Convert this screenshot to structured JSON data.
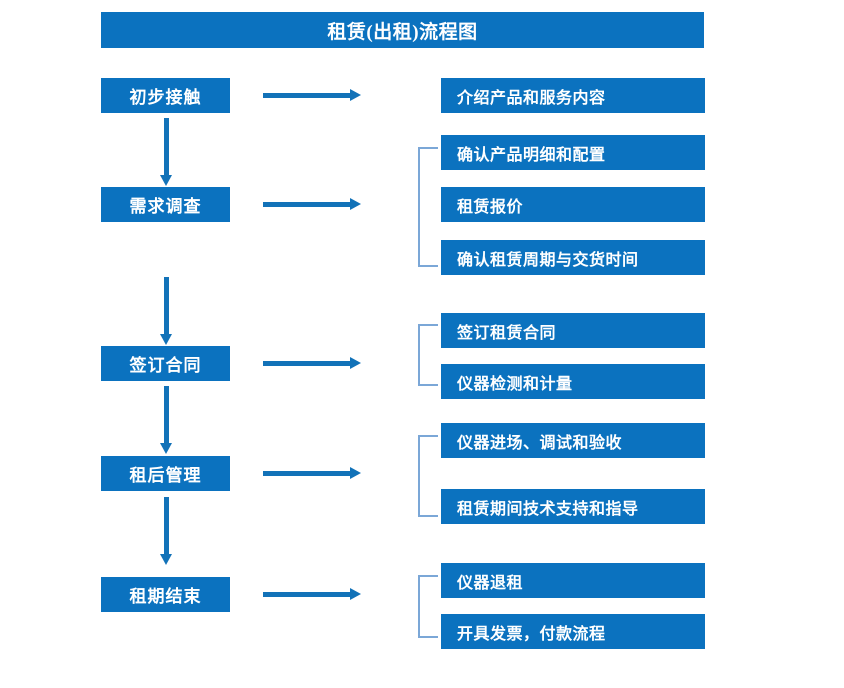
{
  "diagram": {
    "title": "租赁(出租)流程图",
    "theme": {
      "box_fill": "#0b72bf",
      "box_text": "#ffffff",
      "arrow": "#1272b8",
      "bracket": "#7ba7d7",
      "background": "#ffffff"
    },
    "stages": [
      {
        "label": "初步接触",
        "details": [
          "介绍产品和服务内容"
        ],
        "bracketed": false
      },
      {
        "label": "需求调查",
        "details": [
          "确认产品明细和配置",
          "租赁报价",
          "确认租赁周期与交货时间"
        ],
        "bracketed": true
      },
      {
        "label": "签订合同",
        "details": [
          "签订租赁合同",
          "仪器检测和计量"
        ],
        "bracketed": true
      },
      {
        "label": "租后管理",
        "details": [
          "仪器进场、调试和验收",
          "租赁期间技术支持和指导"
        ],
        "bracketed": true
      },
      {
        "label": "租期结束",
        "details": [
          "仪器退租",
          "开具发票，付款流程"
        ],
        "bracketed": true
      }
    ],
    "connectors": {
      "stage_to_detail_icon": "right-arrow-icon",
      "stage_to_stage_icon": "down-arrow-icon",
      "group_icon": "bracket-icon"
    }
  }
}
